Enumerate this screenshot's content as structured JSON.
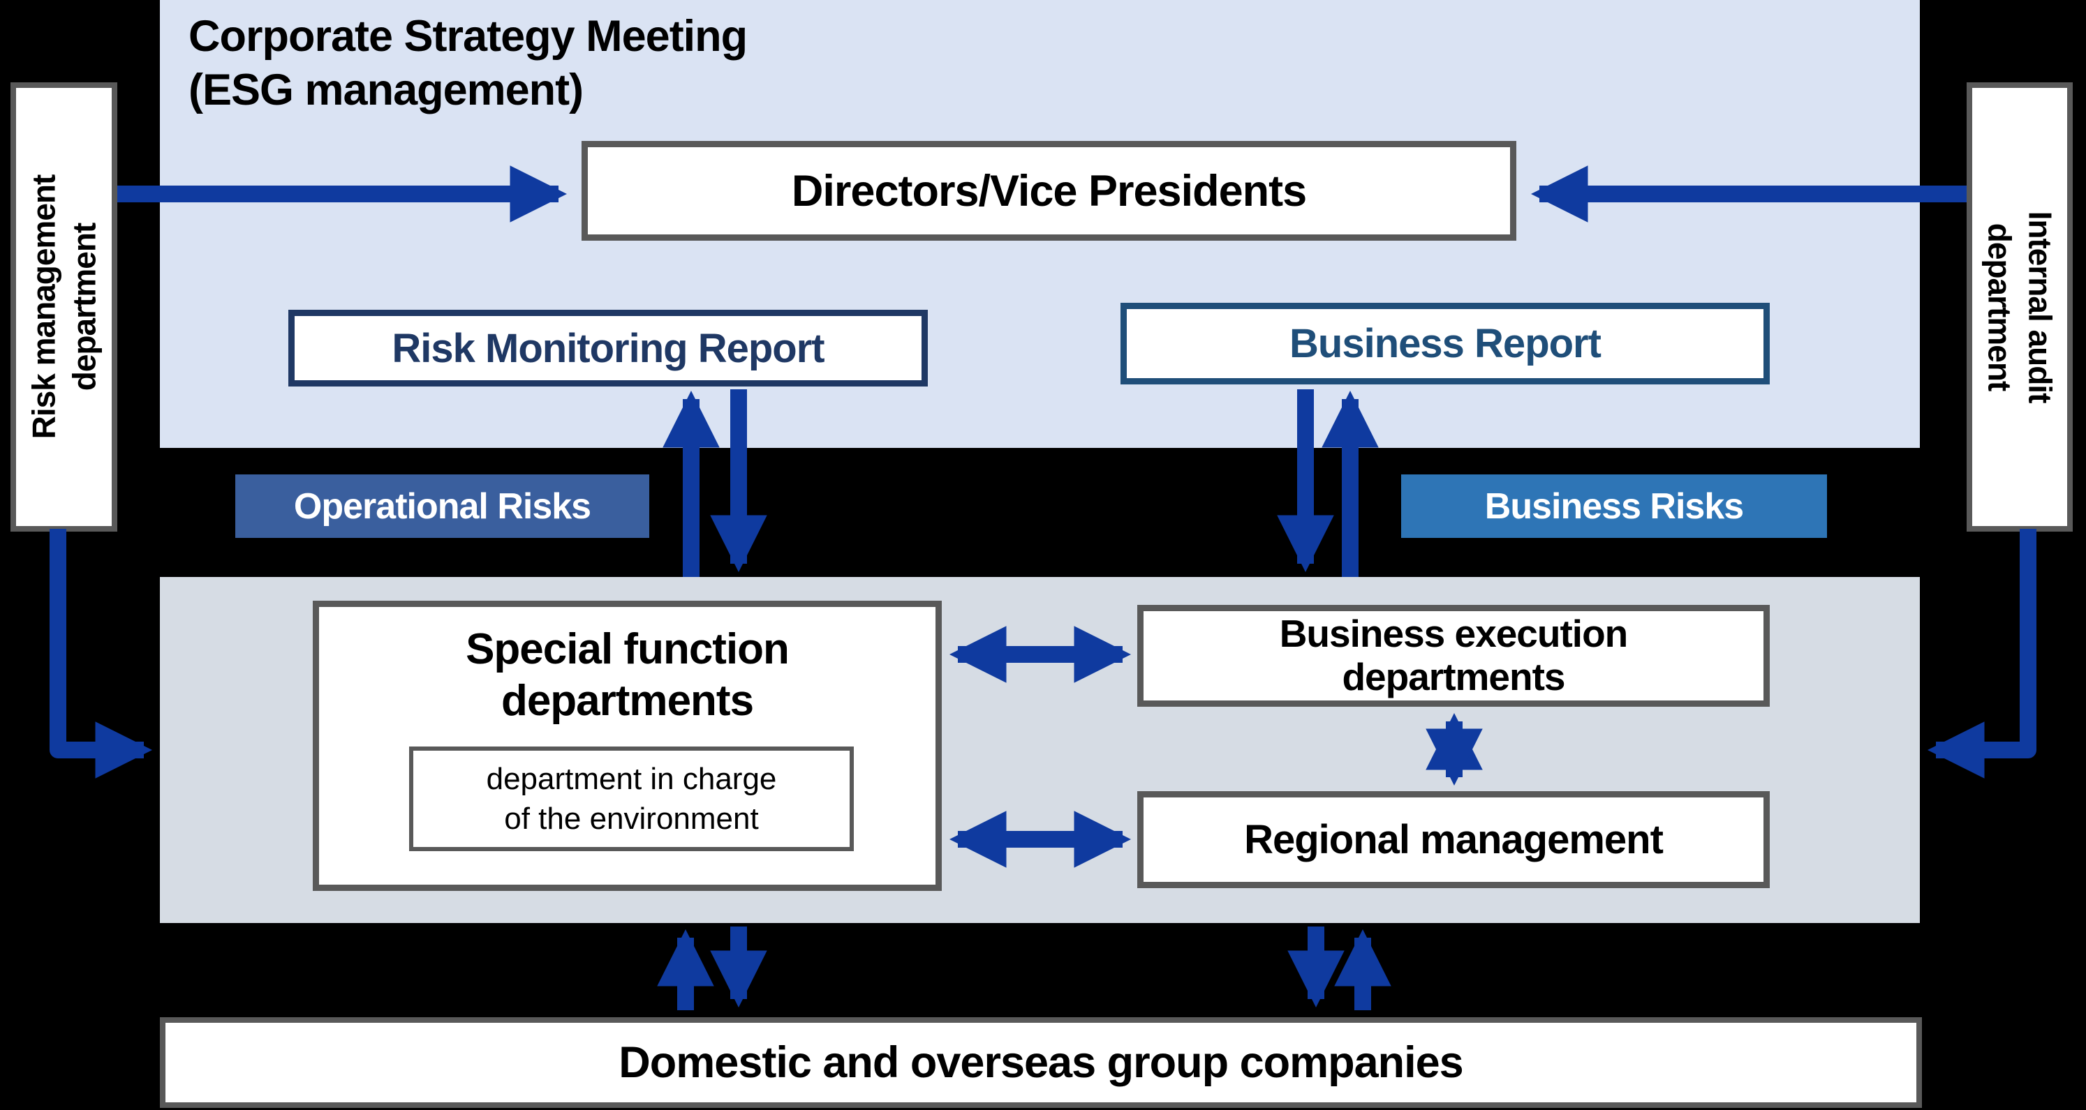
{
  "colors": {
    "background": "#000000",
    "panel_blue": "#dae3f3",
    "panel_gray": "#d6dce4",
    "border_gray": "#595959",
    "navy_border": "#1f3864",
    "report_text_dark": "#1f3864",
    "report_text_light": "#1f4e79",
    "arrow_blue": "#0f3a9f",
    "operational_risks_bg": "#3a5f9e",
    "business_risks_bg": "#2e75b6"
  },
  "side_left": {
    "label": "Risk management\ndepartment"
  },
  "side_right": {
    "label": "Internal audit\ndepartment"
  },
  "top_panel": {
    "title": "Corporate Strategy Meeting\n(ESG management)",
    "directors_label": "Directors/Vice Presidents",
    "risk_monitoring_label": "Risk Monitoring Report",
    "business_report_label": "Business Report"
  },
  "risk_labels": {
    "operational": "Operational Risks",
    "business": "Business Risks"
  },
  "execution_panel": {
    "special_function_label": "Special function\ndepartments",
    "environment_label": "department in charge\nof the environment",
    "business_execution_label": "Business execution\ndepartments",
    "regional_label": "Regional management"
  },
  "bottom": {
    "group_companies_label": "Domestic and overseas group companies"
  },
  "connectors": [
    {
      "from": "risk-management-department",
      "to": "directors",
      "direction": "right"
    },
    {
      "from": "internal-audit-department",
      "to": "directors",
      "direction": "left"
    },
    {
      "from": "execution-panel",
      "to": "risk-monitoring-report",
      "direction": "up"
    },
    {
      "from": "risk-monitoring-report",
      "to": "execution-panel",
      "direction": "down"
    },
    {
      "from": "business-report",
      "to": "execution-panel",
      "direction": "down"
    },
    {
      "from": "execution-panel",
      "to": "business-report",
      "direction": "up"
    },
    {
      "from": "special-function-departments",
      "to": "business-execution-departments",
      "direction": "both"
    },
    {
      "from": "special-function-departments",
      "to": "regional-management",
      "direction": "both"
    },
    {
      "from": "business-execution-departments",
      "to": "regional-management",
      "direction": "both"
    },
    {
      "from": "risk-management-department",
      "to": "execution-panel",
      "direction": "elbow-right"
    },
    {
      "from": "internal-audit-department",
      "to": "execution-panel",
      "direction": "elbow-left"
    },
    {
      "from": "group-companies",
      "to": "special-function-departments",
      "direction": "up"
    },
    {
      "from": "special-function-departments",
      "to": "group-companies",
      "direction": "down"
    },
    {
      "from": "regional-management",
      "to": "group-companies",
      "direction": "down"
    },
    {
      "from": "group-companies",
      "to": "regional-management",
      "direction": "up"
    }
  ]
}
